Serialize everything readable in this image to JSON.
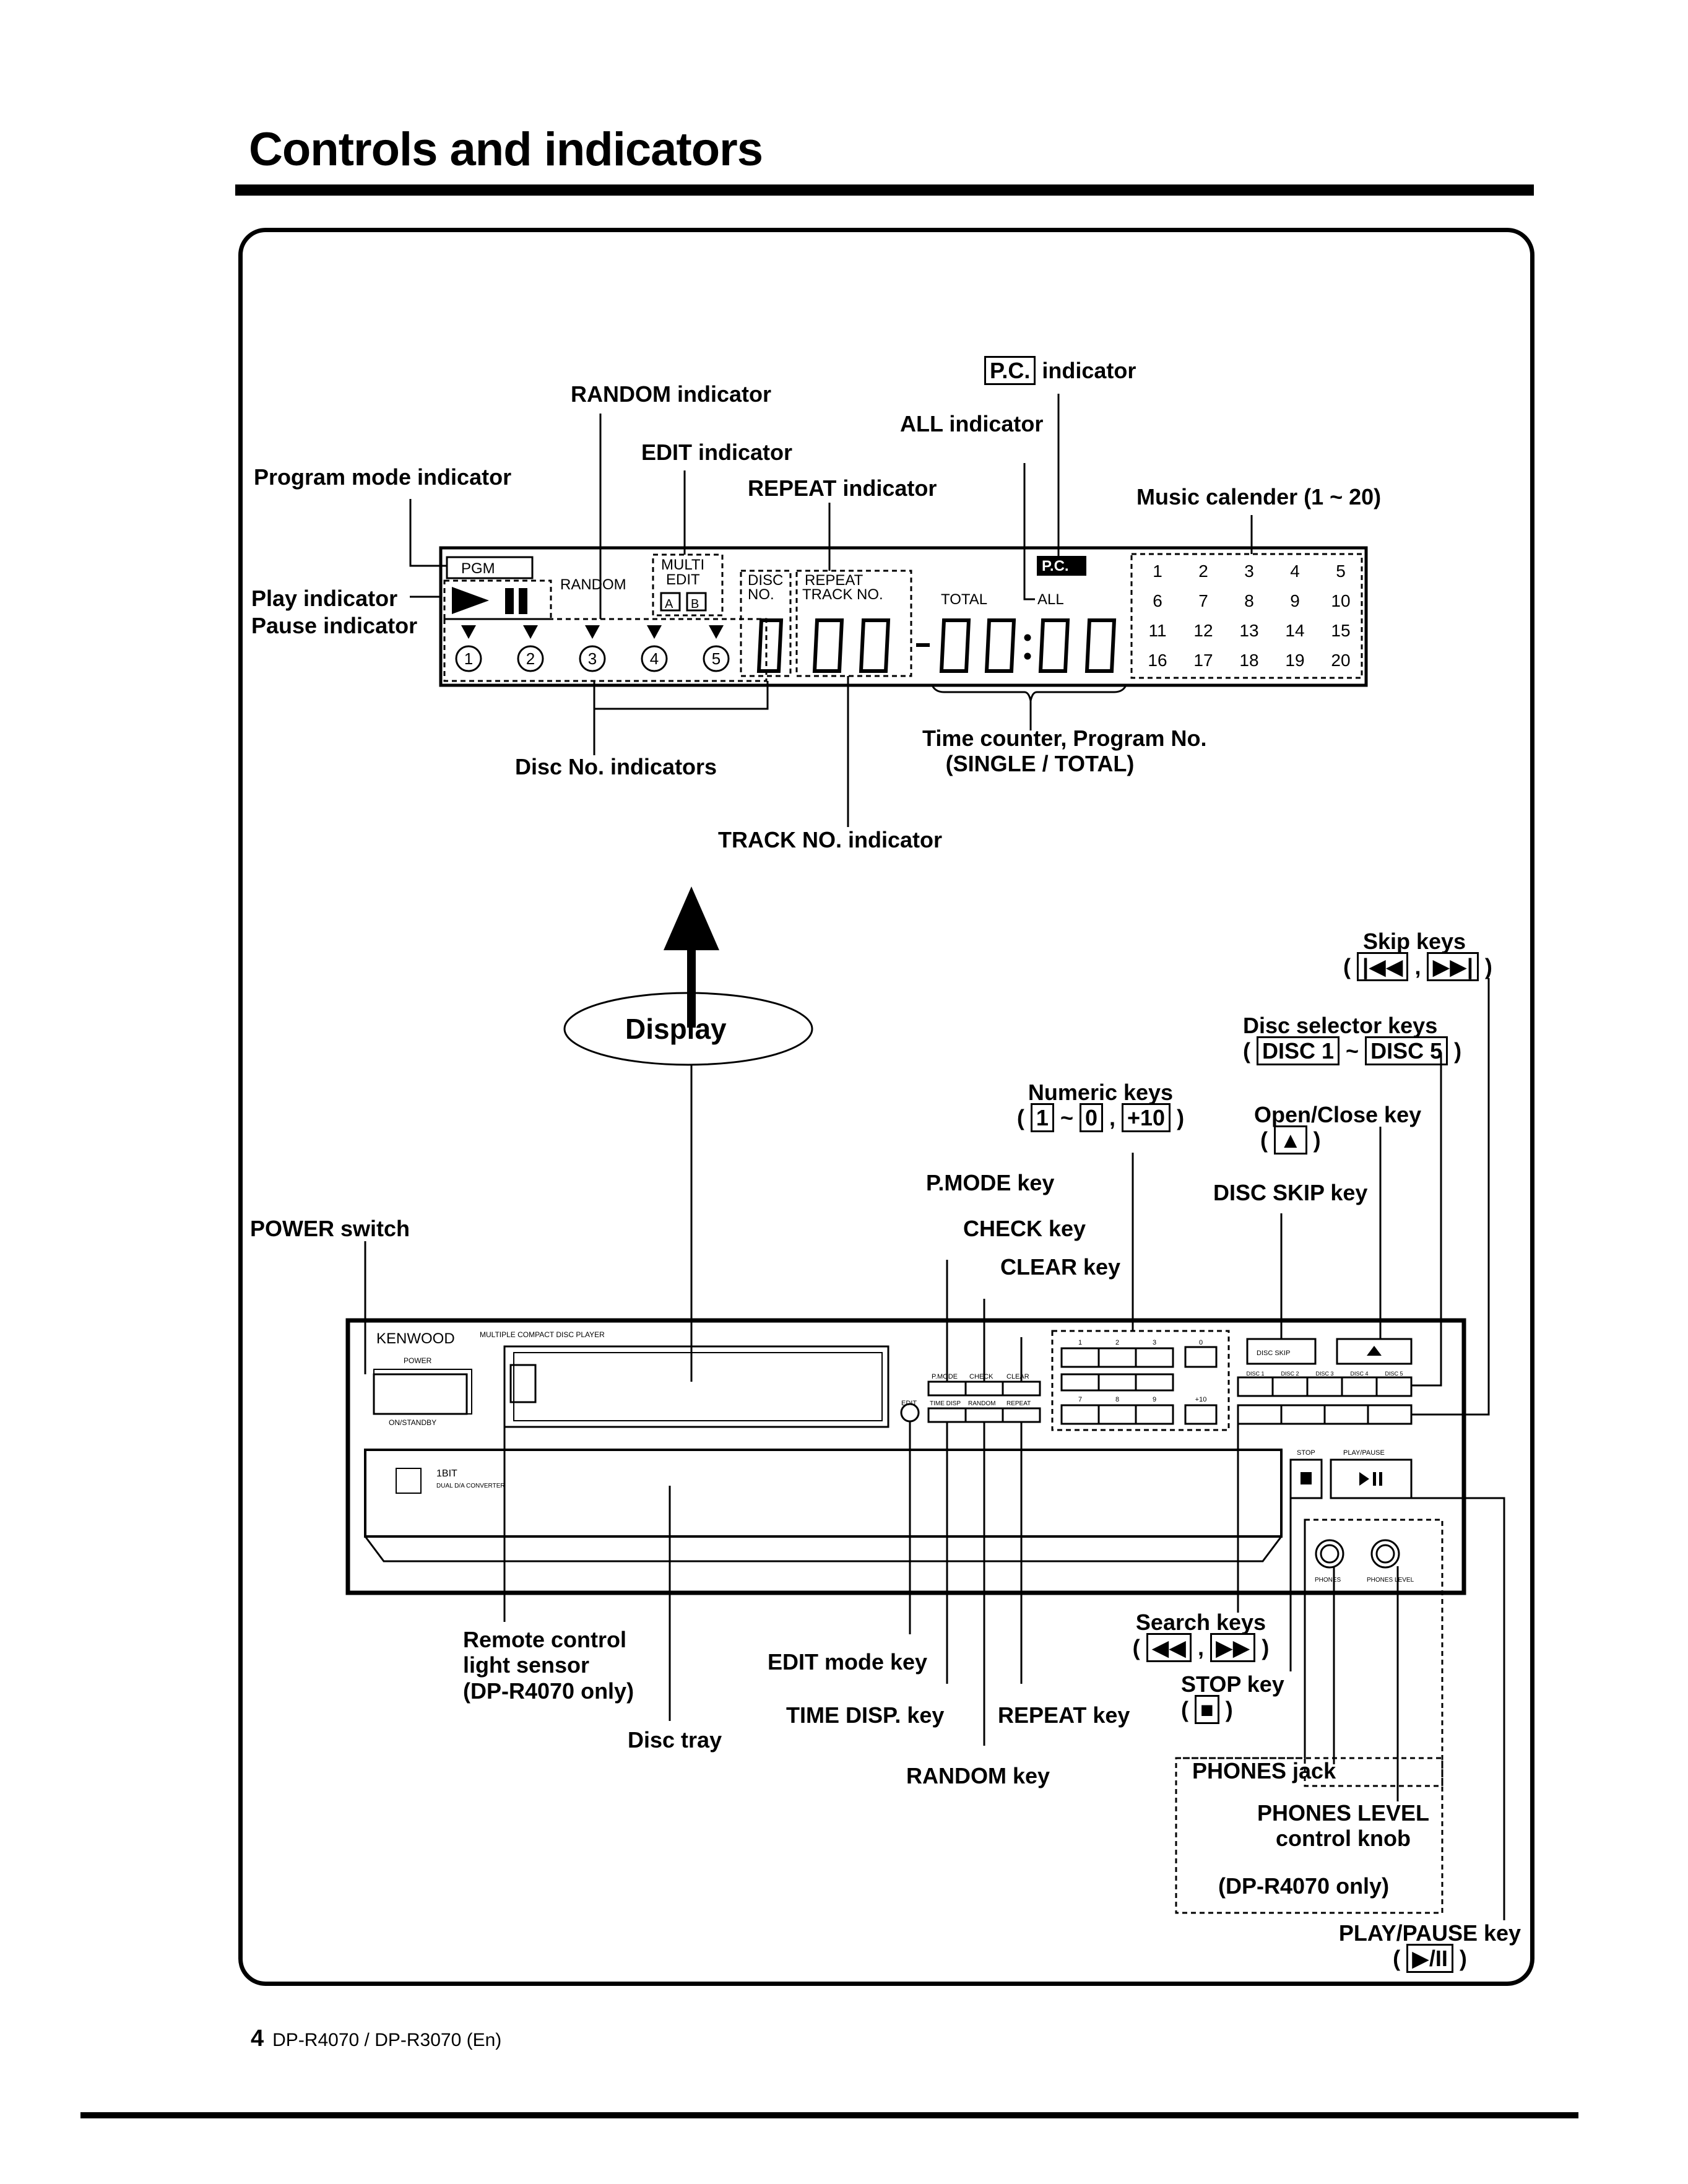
{
  "page": {
    "title": "Controls and indicators",
    "footer_page_no": "4",
    "footer_model": "DP-R4070 / DP-R3070 (En)"
  },
  "display_labels": {
    "pc_box": "P.C.",
    "pc_indicator": "indicator",
    "random_indicator": "RANDOM indicator",
    "all_indicator": "ALL indicator",
    "edit_indicator": "EDIT indicator",
    "repeat_indicator": "REPEAT indicator",
    "program_mode_indicator": "Program mode indicator",
    "music_calendar": "Music calender (1 ~ 20)",
    "play_indicator": "Play indicator",
    "pause_indicator": "Pause indicator",
    "time_counter_1": "Time counter, Program No.",
    "time_counter_2": "(SINGLE / TOTAL)",
    "disc_no_indicators": "Disc No. indicators",
    "track_no_indicator": "TRACK NO. indicator",
    "display": "Display"
  },
  "lcd": {
    "pgm": "PGM",
    "random": "RANDOM",
    "multi": "MULTI",
    "edit": "EDIT",
    "a": "A",
    "b": "B",
    "disc": "DISC",
    "no": "NO.",
    "repeat": "REPEAT",
    "track_no": "TRACK NO.",
    "total": "TOTAL",
    "pc": "P.C.",
    "all": "ALL",
    "disc_numbers": [
      "1",
      "2",
      "3",
      "4",
      "5"
    ],
    "calendar": [
      "1",
      "2",
      "3",
      "4",
      "5",
      "6",
      "7",
      "8",
      "9",
      "10",
      "11",
      "12",
      "13",
      "14",
      "15",
      "16",
      "17",
      "18",
      "19",
      "20"
    ]
  },
  "key_labels": {
    "skip_keys": "Skip keys",
    "disc_selector_keys": "Disc selector keys",
    "disc1": "DISC 1",
    "disc5": "DISC 5",
    "numeric_keys": "Numeric keys",
    "num_1": "1",
    "num_0": "0",
    "num_10": "+10",
    "open_close_key": "Open/Close key",
    "pmode_key": "P.MODE key",
    "disc_skip_key": "DISC SKIP key",
    "power_switch": "POWER switch",
    "check_key": "CHECK key",
    "clear_key": "CLEAR key",
    "search_keys": "Search keys",
    "stop_key": "STOP key",
    "remote_sensor_1": "Remote control",
    "remote_sensor_2": "light sensor",
    "remote_sensor_3": "(DP-R4070 only)",
    "edit_mode_key": "EDIT mode key",
    "time_disp_key": "TIME DISP. key",
    "repeat_key": "REPEAT key",
    "disc_tray": "Disc tray",
    "random_key": "RANDOM key",
    "phones_jack": "PHONES jack",
    "phones_level_1": "PHONES LEVEL",
    "phones_level_2": "control knob",
    "phones_note": "(DP-R4070 only)",
    "play_pause_key": "PLAY/PAUSE key"
  },
  "device": {
    "brand": "KENWOOD",
    "model_text": "MULTIPLE COMPACT DISC PLAYER",
    "power": "POWER",
    "on_standby": "ON/STANDBY",
    "bit": "1BIT",
    "dac": "DUAL D/A CONVERTER",
    "pmode": "P.MODE",
    "check": "CHECK",
    "clear": "CLEAR",
    "edit": "EDIT",
    "time_disp": "TIME DISP",
    "random": "RANDOM",
    "repeat": "REPEAT",
    "disc_skip": "DISC SKIP",
    "stop": "STOP",
    "play_pause": "PLAY/PAUSE",
    "phones": "PHONES",
    "phones_level": "PHONES LEVEL",
    "disc_labels": [
      "DISC 1",
      "DISC 2",
      "DISC 3",
      "DISC 4",
      "DISC 5"
    ],
    "num_top": [
      "1",
      "2",
      "3",
      "0"
    ],
    "num_bottom": [
      "7",
      "8",
      "9",
      "+10"
    ]
  }
}
